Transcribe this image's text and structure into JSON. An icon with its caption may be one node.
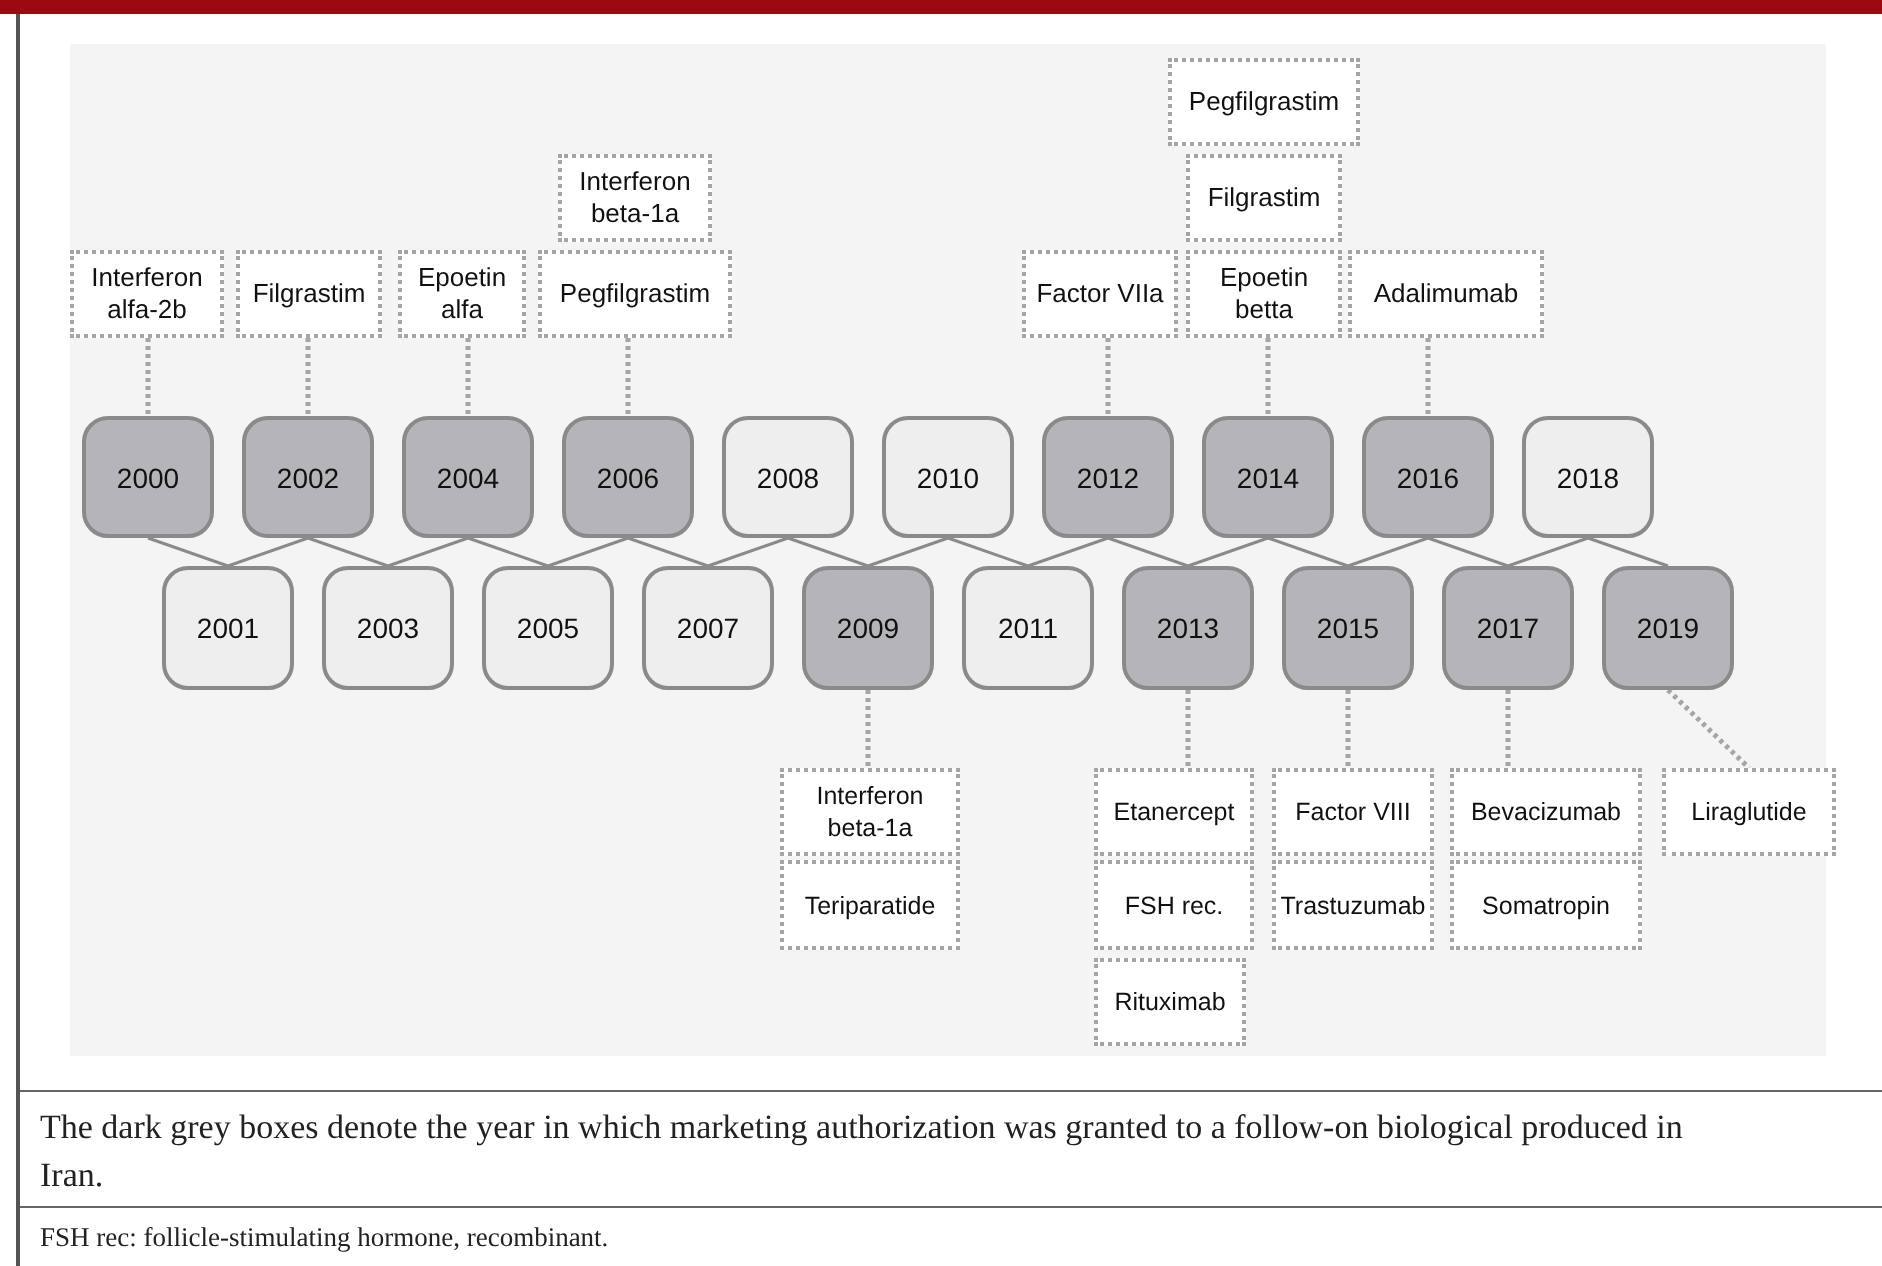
{
  "diagram": {
    "caption": "The dark grey boxes denote the year in which marketing authorization was granted to a follow-on biological produced in Iran.",
    "nodes": [
      {
        "text": [
          "Pegfilgrastim"
        ]
      },
      {
        "text": [
          "Interferon beta-1a"
        ]
      },
      {
        "text": [
          "Filgrastim"
        ]
      },
      {
        "text": [
          "Interferon alfa-2b"
        ]
      },
      {
        "text": [
          "Filgrastim"
        ]
      },
      {
        "text": [
          "Epoetin alfa"
        ]
      },
      {
        "text": [
          "Pegfilgrastim"
        ]
      },
      {
        "text": [
          "Factor VIIa"
        ]
      },
      {
        "text": [
          "Epoetin betta"
        ]
      },
      {
        "text": [
          "Adalimumab"
        ]
      },
      {
        "text": [
          "2000"
        ]
      },
      {
        "text": [
          "2002"
        ]
      },
      {
        "text": [
          "2004"
        ]
      },
      {
        "text": [
          "2006"
        ]
      },
      {
        "text": [
          "2008"
        ]
      },
      {
        "text": [
          "2010"
        ]
      },
      {
        "text": [
          "2012"
        ]
      },
      {
        "text": [
          "2014"
        ]
      },
      {
        "text": [
          "2016"
        ]
      },
      {
        "text": [
          "2018"
        ]
      },
      {
        "text": [
          "2001"
        ]
      },
      {
        "text": [
          "2003"
        ]
      },
      {
        "text": [
          "2005"
        ]
      },
      {
        "text": [
          "2007"
        ]
      },
      {
        "text": [
          "2009"
        ]
      },
      {
        "text": [
          "2011"
        ]
      },
      {
        "text": [
          "2013"
        ]
      },
      {
        "text": [
          "2015"
        ]
      },
      {
        "text": [
          "2017"
        ]
      },
      {
        "text": [
          "2019"
        ]
      },
      {
        "text": [
          "Interferon beta-1a"
        ]
      },
      {
        "text": [
          "Teriparatide"
        ]
      },
      {
        "text": [
          "Etanercept"
        ]
      },
      {
        "text": [
          "FSH rec."
        ]
      },
      {
        "text": [
          "Rituximab"
        ]
      },
      {
        "text": [
          "Factor VIII"
        ]
      },
      {
        "text": [
          "Trastuzumab"
        ]
      },
      {
        "text": [
          "Bevacizumab"
        ]
      },
      {
        "text": [
          "Somatropin"
        ]
      },
      {
        "text": [
          "Liraglutide"
        ]
      }
    ],
    "edges": [
      {
        "from": 10,
        "to": 20,
        "arrow": "none"
      },
      {
        "from": 20,
        "to": 11,
        "arrow": "none"
      },
      {
        "from": 11,
        "to": 21,
        "arrow": "none"
      },
      {
        "from": 21,
        "to": 12,
        "arrow": "none"
      },
      {
        "from": 12,
        "to": 22,
        "arrow": "none"
      },
      {
        "from": 22,
        "to": 13,
        "arrow": "none"
      },
      {
        "from": 13,
        "to": 23,
        "arrow": "none"
      },
      {
        "from": 23,
        "to": 14,
        "arrow": "none"
      },
      {
        "from": 14,
        "to": 24,
        "arrow": "none"
      },
      {
        "from": 24,
        "to": 15,
        "arrow": "none"
      },
      {
        "from": 15,
        "to": 25,
        "arrow": "none"
      },
      {
        "from": 25,
        "to": 16,
        "arrow": "none"
      },
      {
        "from": 16,
        "to": 26,
        "arrow": "none"
      },
      {
        "from": 26,
        "to": 17,
        "arrow": "none"
      },
      {
        "from": 17,
        "to": 27,
        "arrow": "none"
      },
      {
        "from": 27,
        "to": 18,
        "arrow": "none"
      },
      {
        "from": 18,
        "to": 28,
        "arrow": "none"
      },
      {
        "from": 28,
        "to": 19,
        "arrow": "none"
      },
      {
        "from": 19,
        "to": 29,
        "arrow": "none"
      },
      {
        "from": 3,
        "to": 10,
        "arrow": "none",
        "style": "dashed"
      },
      {
        "from": 4,
        "to": 11,
        "arrow": "none",
        "style": "dashed"
      },
      {
        "from": 5,
        "to": 12,
        "arrow": "none",
        "style": "dashed"
      },
      {
        "from": 6,
        "to": 13,
        "arrow": "none",
        "style": "dashed"
      },
      {
        "from": 7,
        "to": 16,
        "arrow": "none",
        "style": "dashed"
      },
      {
        "from": 8,
        "to": 17,
        "arrow": "none",
        "style": "dashed"
      },
      {
        "from": 9,
        "to": 18,
        "arrow": "none",
        "style": "dashed"
      },
      {
        "from": 24,
        "to": 30,
        "arrow": "none",
        "style": "dashed"
      },
      {
        "from": 26,
        "to": 32,
        "arrow": "none",
        "style": "dashed"
      },
      {
        "from": 27,
        "to": 35,
        "arrow": "none",
        "style": "dashed"
      },
      {
        "from": 28,
        "to": 37,
        "arrow": "none",
        "style": "dashed"
      },
      {
        "from": 29,
        "to": 39,
        "arrow": "none",
        "style": "dashed"
      }
    ],
    "labels": [
      "FSH rec: follicle-stimulating hormone, recombinant."
    ]
  }
}
